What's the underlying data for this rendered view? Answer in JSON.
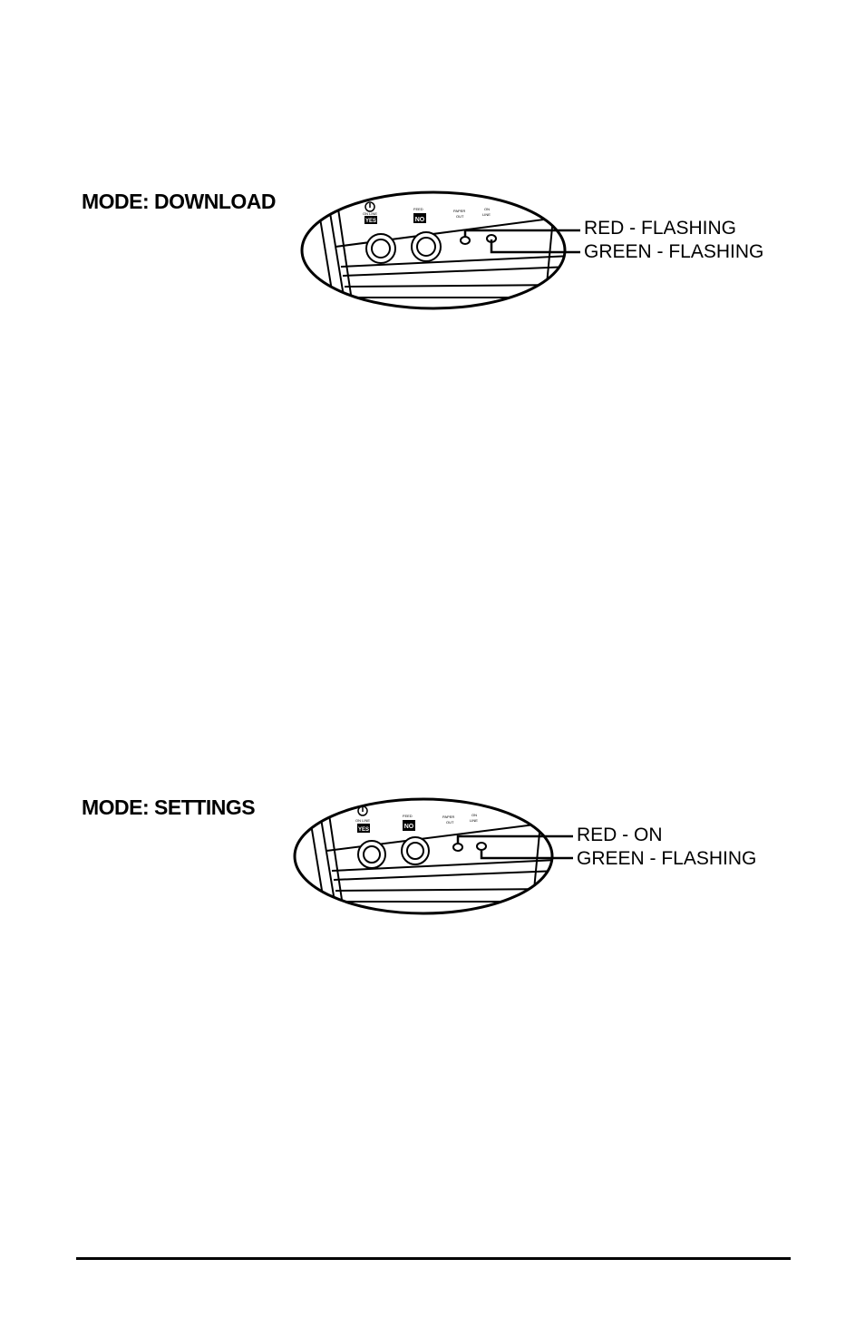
{
  "sections": [
    {
      "mode_title": "MODE: DOWNLOAD",
      "red_label": "RED - FLASHING",
      "green_label": "GREEN - FLASHING"
    },
    {
      "mode_title": "MODE: SETTINGS",
      "red_label": "RED - ON",
      "green_label": "GREEN - FLASHING"
    }
  ],
  "panel_labels": {
    "online": "ON LINE",
    "yes_key": "YES",
    "feed": "FEED",
    "no_key": "NO",
    "paper_out_line1": "PAPER",
    "paper_out_line2": "OUT",
    "on_line_line1": "ON",
    "on_line_line2": "LINE"
  },
  "icons": {
    "power": "power-icon"
  }
}
